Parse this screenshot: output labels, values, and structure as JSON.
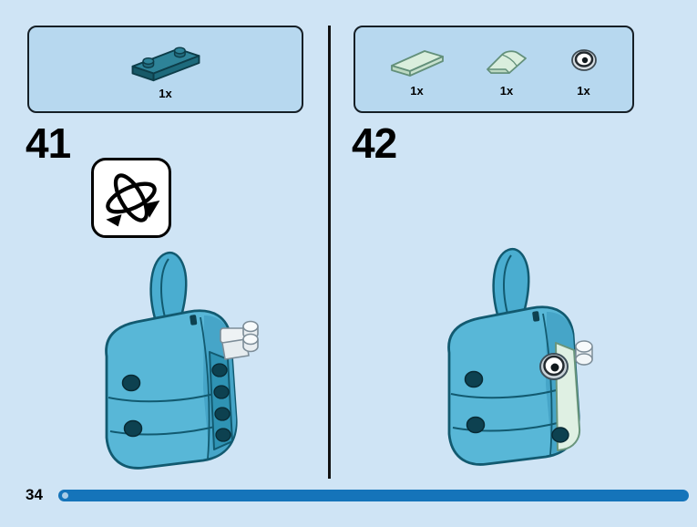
{
  "page": {
    "number": "34"
  },
  "colors": {
    "background": "#cfe4f5",
    "parts_box_fill": "#b7d8ef",
    "progress_bar": "#1574ba",
    "model_blue": "#58b7d7",
    "model_dark_teal": "#0d4150",
    "mint": "#dff0e3"
  },
  "icons": {
    "rotate": "rotate-model-arrows"
  },
  "steps": [
    {
      "number": "41",
      "parts": [
        {
          "qty": "1x",
          "name": "plate-dark-teal"
        }
      ]
    },
    {
      "number": "42",
      "parts": [
        {
          "qty": "1x",
          "name": "tile-mint"
        },
        {
          "qty": "1x",
          "name": "slope-curved-mint"
        },
        {
          "qty": "1x",
          "name": "eye-round-tile"
        }
      ]
    }
  ]
}
